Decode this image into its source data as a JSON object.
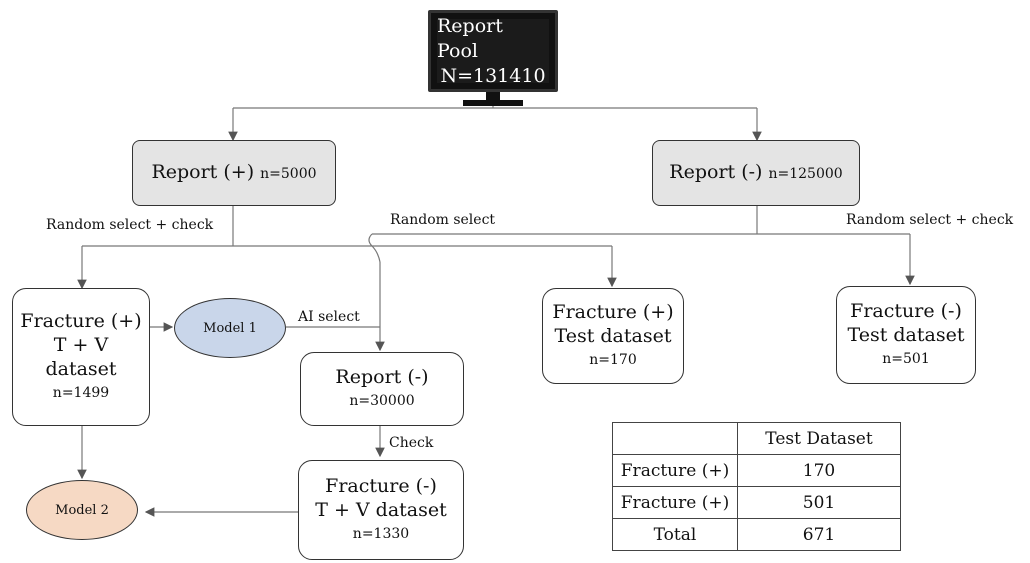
{
  "root": {
    "title": "Report Pool",
    "count": "N=131410"
  },
  "report_pos": {
    "title": "Report (+)",
    "count": "n=5000"
  },
  "report_neg": {
    "title": "Report (-)",
    "count": "n=125000"
  },
  "labels": {
    "random_check_left": "Random select + check",
    "random_select": "Random select",
    "random_check_right": "Random select + check",
    "ai_select": "AI select",
    "check": "Check"
  },
  "fracture_pos_tv": {
    "line1": "Fracture (+)",
    "line2": "T + V",
    "line3": "dataset",
    "count": "n=1499"
  },
  "model1": "Model 1",
  "model2": "Model 2",
  "report_neg_sub": {
    "title": "Report (-)",
    "count": "n=30000"
  },
  "fracture_neg_tv": {
    "line1": "Fracture (-)",
    "line2": "T + V dataset",
    "count": "n=1330"
  },
  "fracture_pos_test": {
    "line1": "Fracture (+)",
    "line2": "Test dataset",
    "count": "n=170"
  },
  "fracture_neg_test": {
    "line1": "Fracture (-)",
    "line2": "Test dataset",
    "count": "n=501"
  },
  "table": {
    "header": [
      "",
      "Test Dataset"
    ],
    "rows": [
      [
        "Fracture (+)",
        "170"
      ],
      [
        "Fracture (+)",
        "501"
      ],
      [
        "Total",
        "671"
      ]
    ]
  },
  "colors": {
    "model1_fill": "#c9d6ea",
    "model2_fill": "#f6d9c4",
    "gray_fill": "#e4e4e4"
  }
}
